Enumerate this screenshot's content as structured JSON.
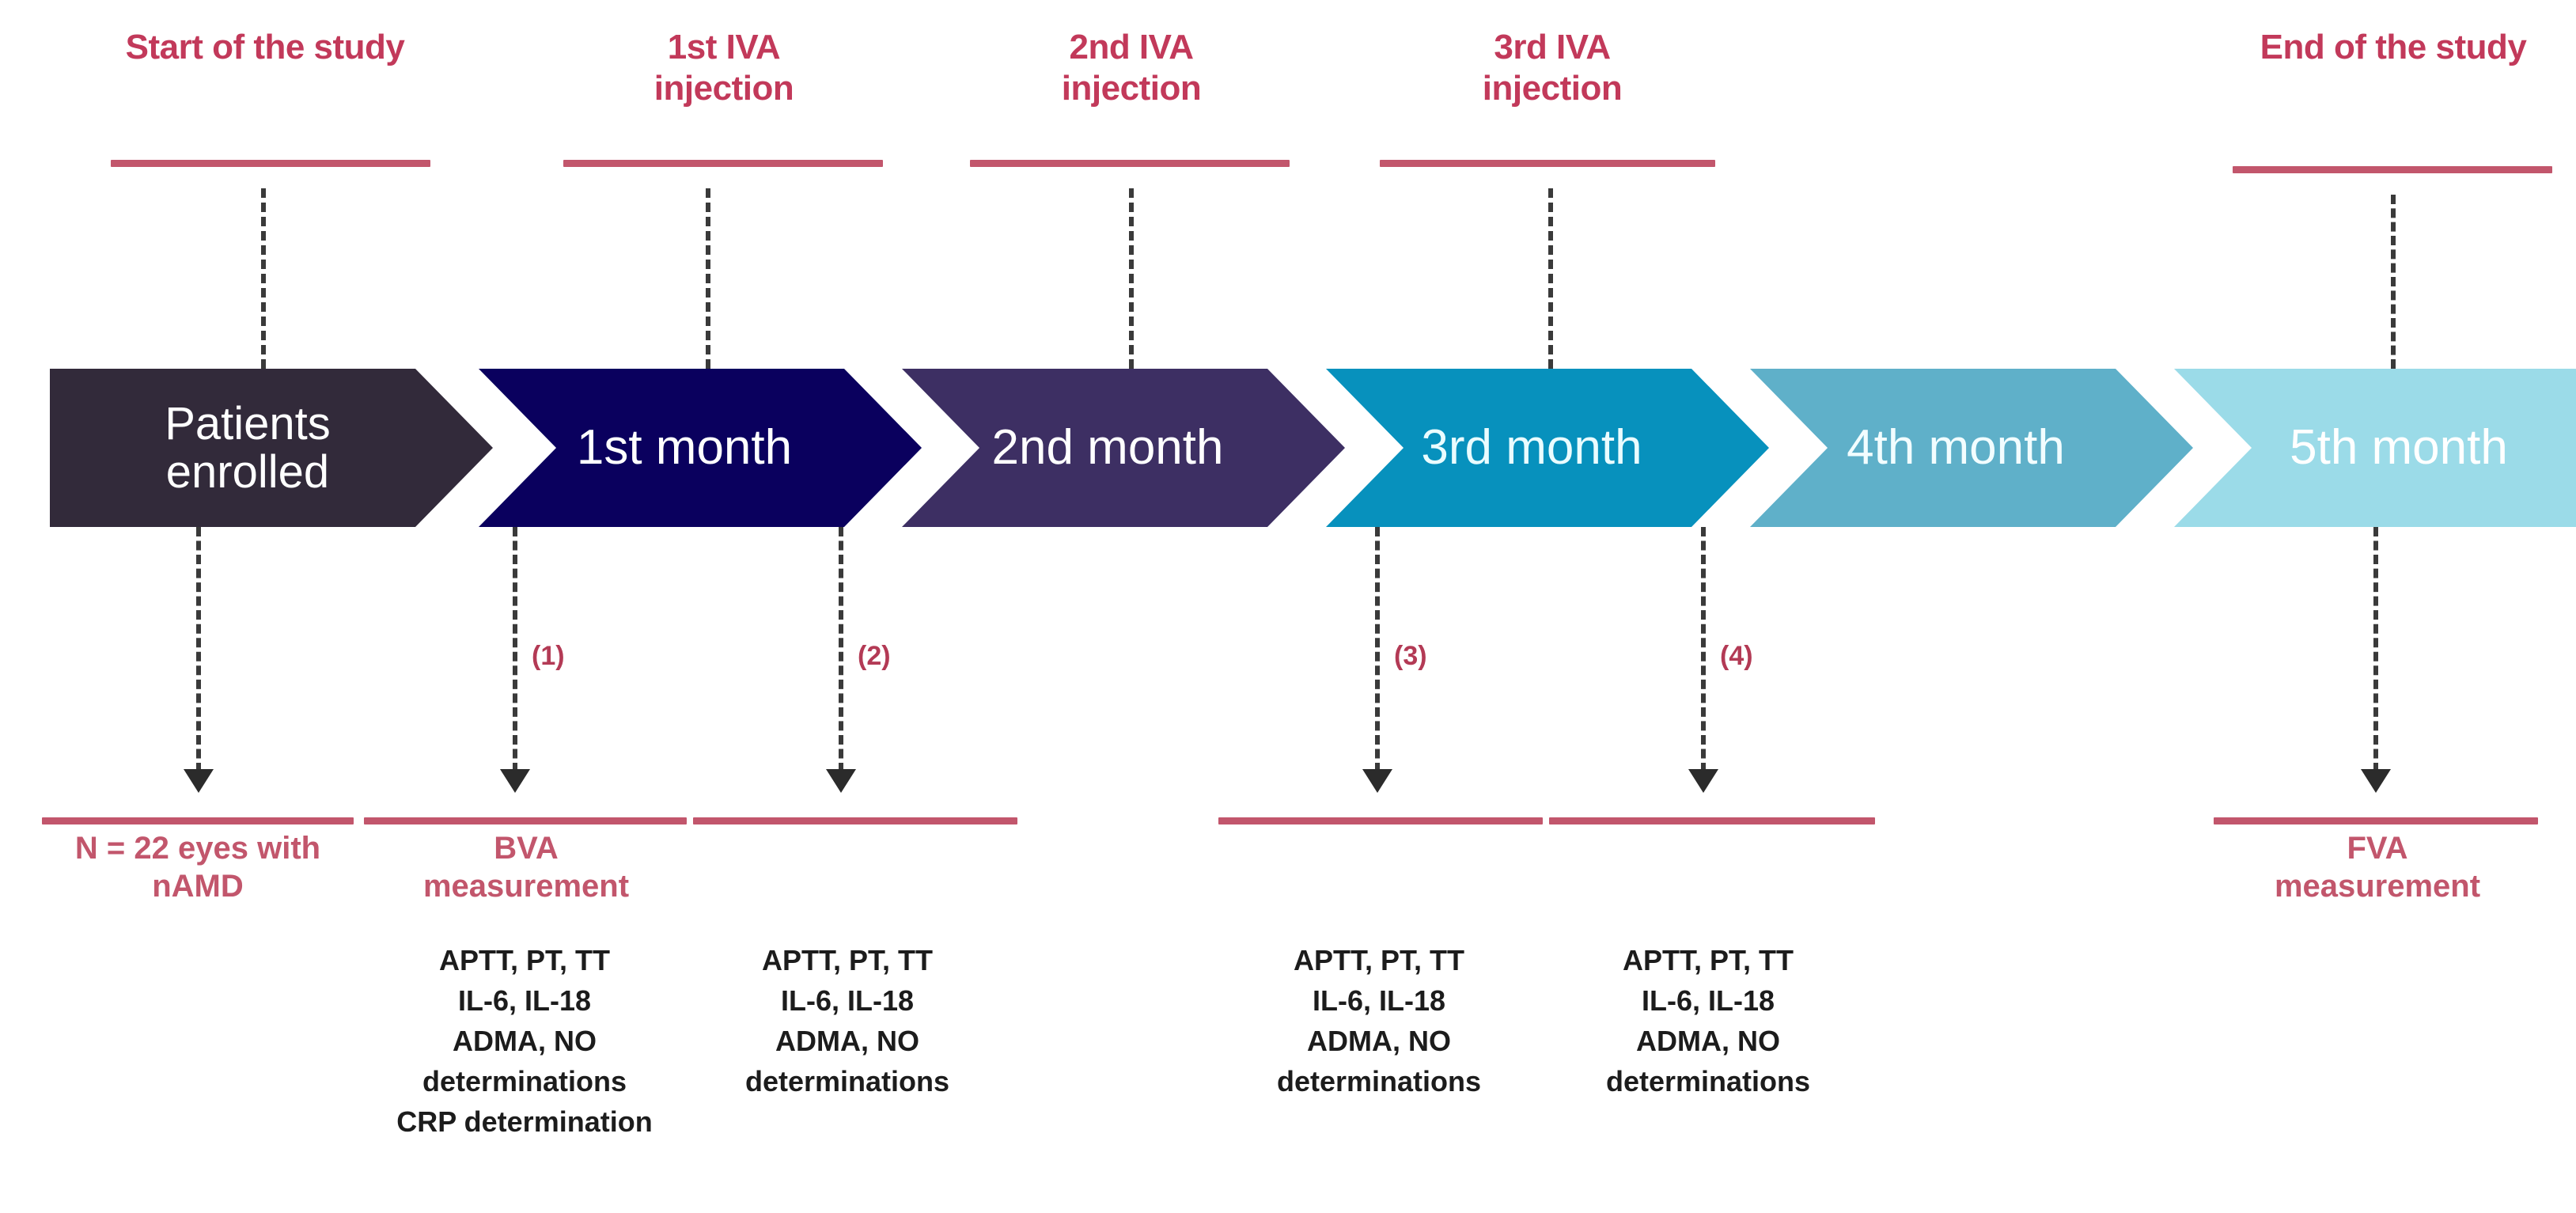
{
  "figure": {
    "type": "study-timeline-flow",
    "accent_red": "#c2566c",
    "label_red": "#c2395a",
    "connector_color": "#3a3a3a"
  },
  "milestones": [
    {
      "id": "start-of-study",
      "lines": [
        "Start of the study"
      ]
    },
    {
      "id": "iva-injection-1",
      "lines": [
        "1st IVA",
        "injection"
      ]
    },
    {
      "id": "iva-injection-2",
      "lines": [
        "2nd IVA",
        "injection"
      ]
    },
    {
      "id": "iva-injection-3",
      "lines": [
        "3rd IVA",
        "injection"
      ]
    },
    {
      "id": "end-of-study",
      "lines": [
        "End of the study"
      ]
    }
  ],
  "timeline": {
    "stages": [
      {
        "id": "patients-enrolled",
        "label": "Patients\nenrolled",
        "color": "#322a3a",
        "text_color": "#ffffff"
      },
      {
        "id": "month-1",
        "label": "1st month",
        "color": "#0a005e",
        "text_color": "#ffffff"
      },
      {
        "id": "month-2",
        "label": "2nd month",
        "color": "#3d2f63",
        "text_color": "#ffffff"
      },
      {
        "id": "month-3",
        "label": "3rd month",
        "color": "#0791bd",
        "text_color": "#eafcff"
      },
      {
        "id": "month-4",
        "label": "4th month",
        "color": "#5fb0c9",
        "text_color": "#f2fdff"
      },
      {
        "id": "month-5",
        "label": "5th month",
        "color": "#9bdbe8",
        "text_color": "#ffffff"
      }
    ]
  },
  "markers": [
    {
      "id": "marker-1",
      "label": "(1)"
    },
    {
      "id": "marker-2",
      "label": "(2)"
    },
    {
      "id": "marker-3",
      "label": "(3)"
    },
    {
      "id": "marker-4",
      "label": "(4)"
    }
  ],
  "outcomes": [
    {
      "id": "enrolled-count",
      "lines": [
        "N = 22 eyes with",
        "nAMD"
      ]
    },
    {
      "id": "bva-measurement",
      "lines": [
        "BVA",
        "measurement"
      ]
    },
    {
      "id": "fva-measurement",
      "lines": [
        "FVA",
        "measurement"
      ]
    }
  ],
  "assays": [
    {
      "id": "assay-visit-1",
      "lines": [
        "APTT, PT, TT",
        "IL-6, IL-18",
        "ADMA, NO",
        "determinations",
        "CRP determination"
      ]
    },
    {
      "id": "assay-visit-2",
      "lines": [
        "APTT, PT, TT",
        "IL-6, IL-18",
        "ADMA, NO",
        "determinations"
      ]
    },
    {
      "id": "assay-visit-3",
      "lines": [
        "APTT, PT, TT",
        "IL-6, IL-18",
        "ADMA, NO",
        "determinations"
      ]
    },
    {
      "id": "assay-visit-4",
      "lines": [
        "APTT, PT, TT",
        "IL-6, IL-18",
        "ADMA, NO",
        "determinations"
      ]
    }
  ]
}
